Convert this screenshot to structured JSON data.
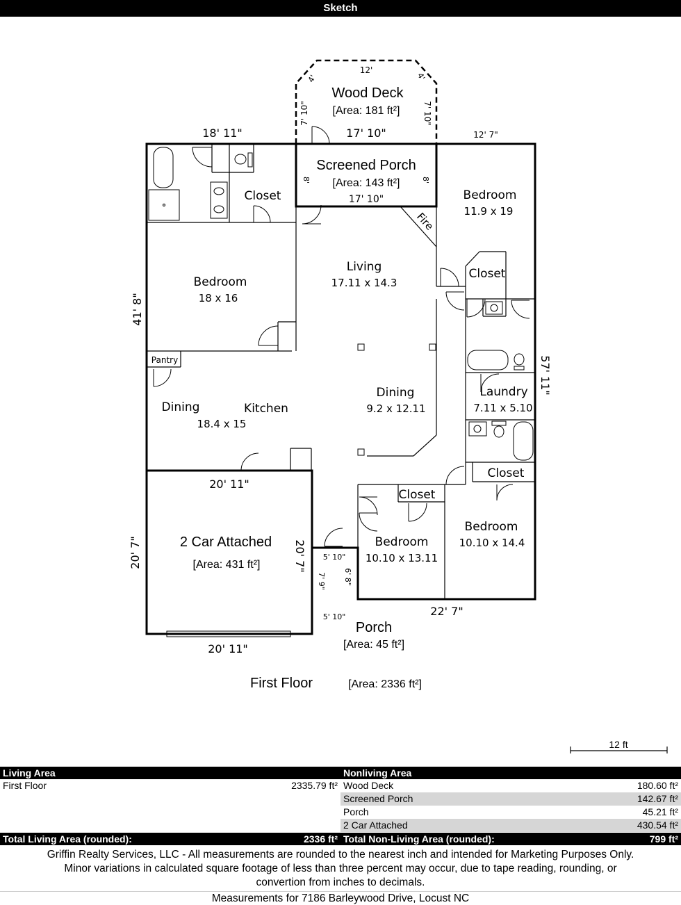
{
  "header": {
    "title": "Sketch"
  },
  "plan": {
    "wood_deck": {
      "name": "Wood Deck",
      "area": "[Area: 181 ft²]",
      "dim_top": "12'",
      "dim_diag": "4'",
      "dim_side": "7' 10\"",
      "dim_bottom": "17' 10\""
    },
    "screened_porch": {
      "name": "Screened Porch",
      "area": "[Area: 143 ft²]",
      "dim_side": "8'",
      "dim_bottom": "17' 10\""
    },
    "dims": {
      "top_left": "18' 11\"",
      "top_right": "12' 7\"",
      "left": "41' 8\"",
      "right": "57' 11\"",
      "bottom_right": "22' 7\"",
      "garage_top": "20' 11\"",
      "garage_bottom": "20' 11\"",
      "garage_left": "20' 7\"",
      "garage_right": "20' 7\"",
      "porch_top": "5' 10\"",
      "porch_bottom": "5' 10\"",
      "porch_left": "7' 9\"",
      "porch_right": "6' 8\""
    },
    "rooms": {
      "closet_top": "Closet",
      "bedroom_ne": {
        "name": "Bedroom",
        "size": "11.9 x 19"
      },
      "fire": "Fire",
      "living": {
        "name": "Living",
        "size": "17.11 x 14.3"
      },
      "bedroom_w": {
        "name": "Bedroom",
        "size": "18 x 16"
      },
      "closet_e": "Closet",
      "pantry": "Pantry",
      "dining_w": "Dining",
      "kitchen": {
        "name": "Kitchen",
        "size": "18.4 x 15"
      },
      "dining_c": {
        "name": "Dining",
        "size": "9.2 x 12.11"
      },
      "laundry": {
        "name": "Laundry",
        "size": "7.11 x 5.10"
      },
      "closet_se": "Closet",
      "closet_s": "Closet",
      "bedroom_s": {
        "name": "Bedroom",
        "size": "10.10 x 13.11"
      },
      "bedroom_se": {
        "name": "Bedroom",
        "size": "10.10 x 14.4"
      }
    },
    "garage": {
      "name": "2 Car Attached",
      "area": "[Area: 431 ft²]"
    },
    "porch": {
      "name": "Porch",
      "area": "[Area: 45 ft²]"
    },
    "floor": {
      "name": "First Floor",
      "area": "[Area: 2336 ft²]"
    },
    "scale": "12 ft"
  },
  "living_area": {
    "header": "Living Area",
    "rows": [
      {
        "label": "First Floor",
        "value": "2335.79 ft²"
      }
    ],
    "total_label": "Total Living Area (rounded):",
    "total_value": "2336 ft²"
  },
  "nonliving_area": {
    "header": "Nonliving Area",
    "rows": [
      {
        "label": "Wood Deck",
        "value": "180.60 ft²"
      },
      {
        "label": "Screened Porch",
        "value": "142.67 ft²"
      },
      {
        "label": "Porch",
        "value": "45.21 ft²"
      },
      {
        "label": "2 Car Attached",
        "value": "430.54 ft²"
      }
    ],
    "total_label": "Total Non-Living Area (rounded):",
    "total_value": "799 ft²"
  },
  "footer": {
    "disclaimer_1": "Griffin Realty Services, LLC - All measurements are rounded to the nearest inch and intended for Marketing Purposes Only.",
    "disclaimer_2": "Minor variations in calculated square footage of less than three percent may occur, due to tape reading, rounding, or",
    "disclaimer_3": "convertion from inches to decimals.",
    "address": "Measurements for 7186 Barleywood Drive, Locust NC"
  }
}
